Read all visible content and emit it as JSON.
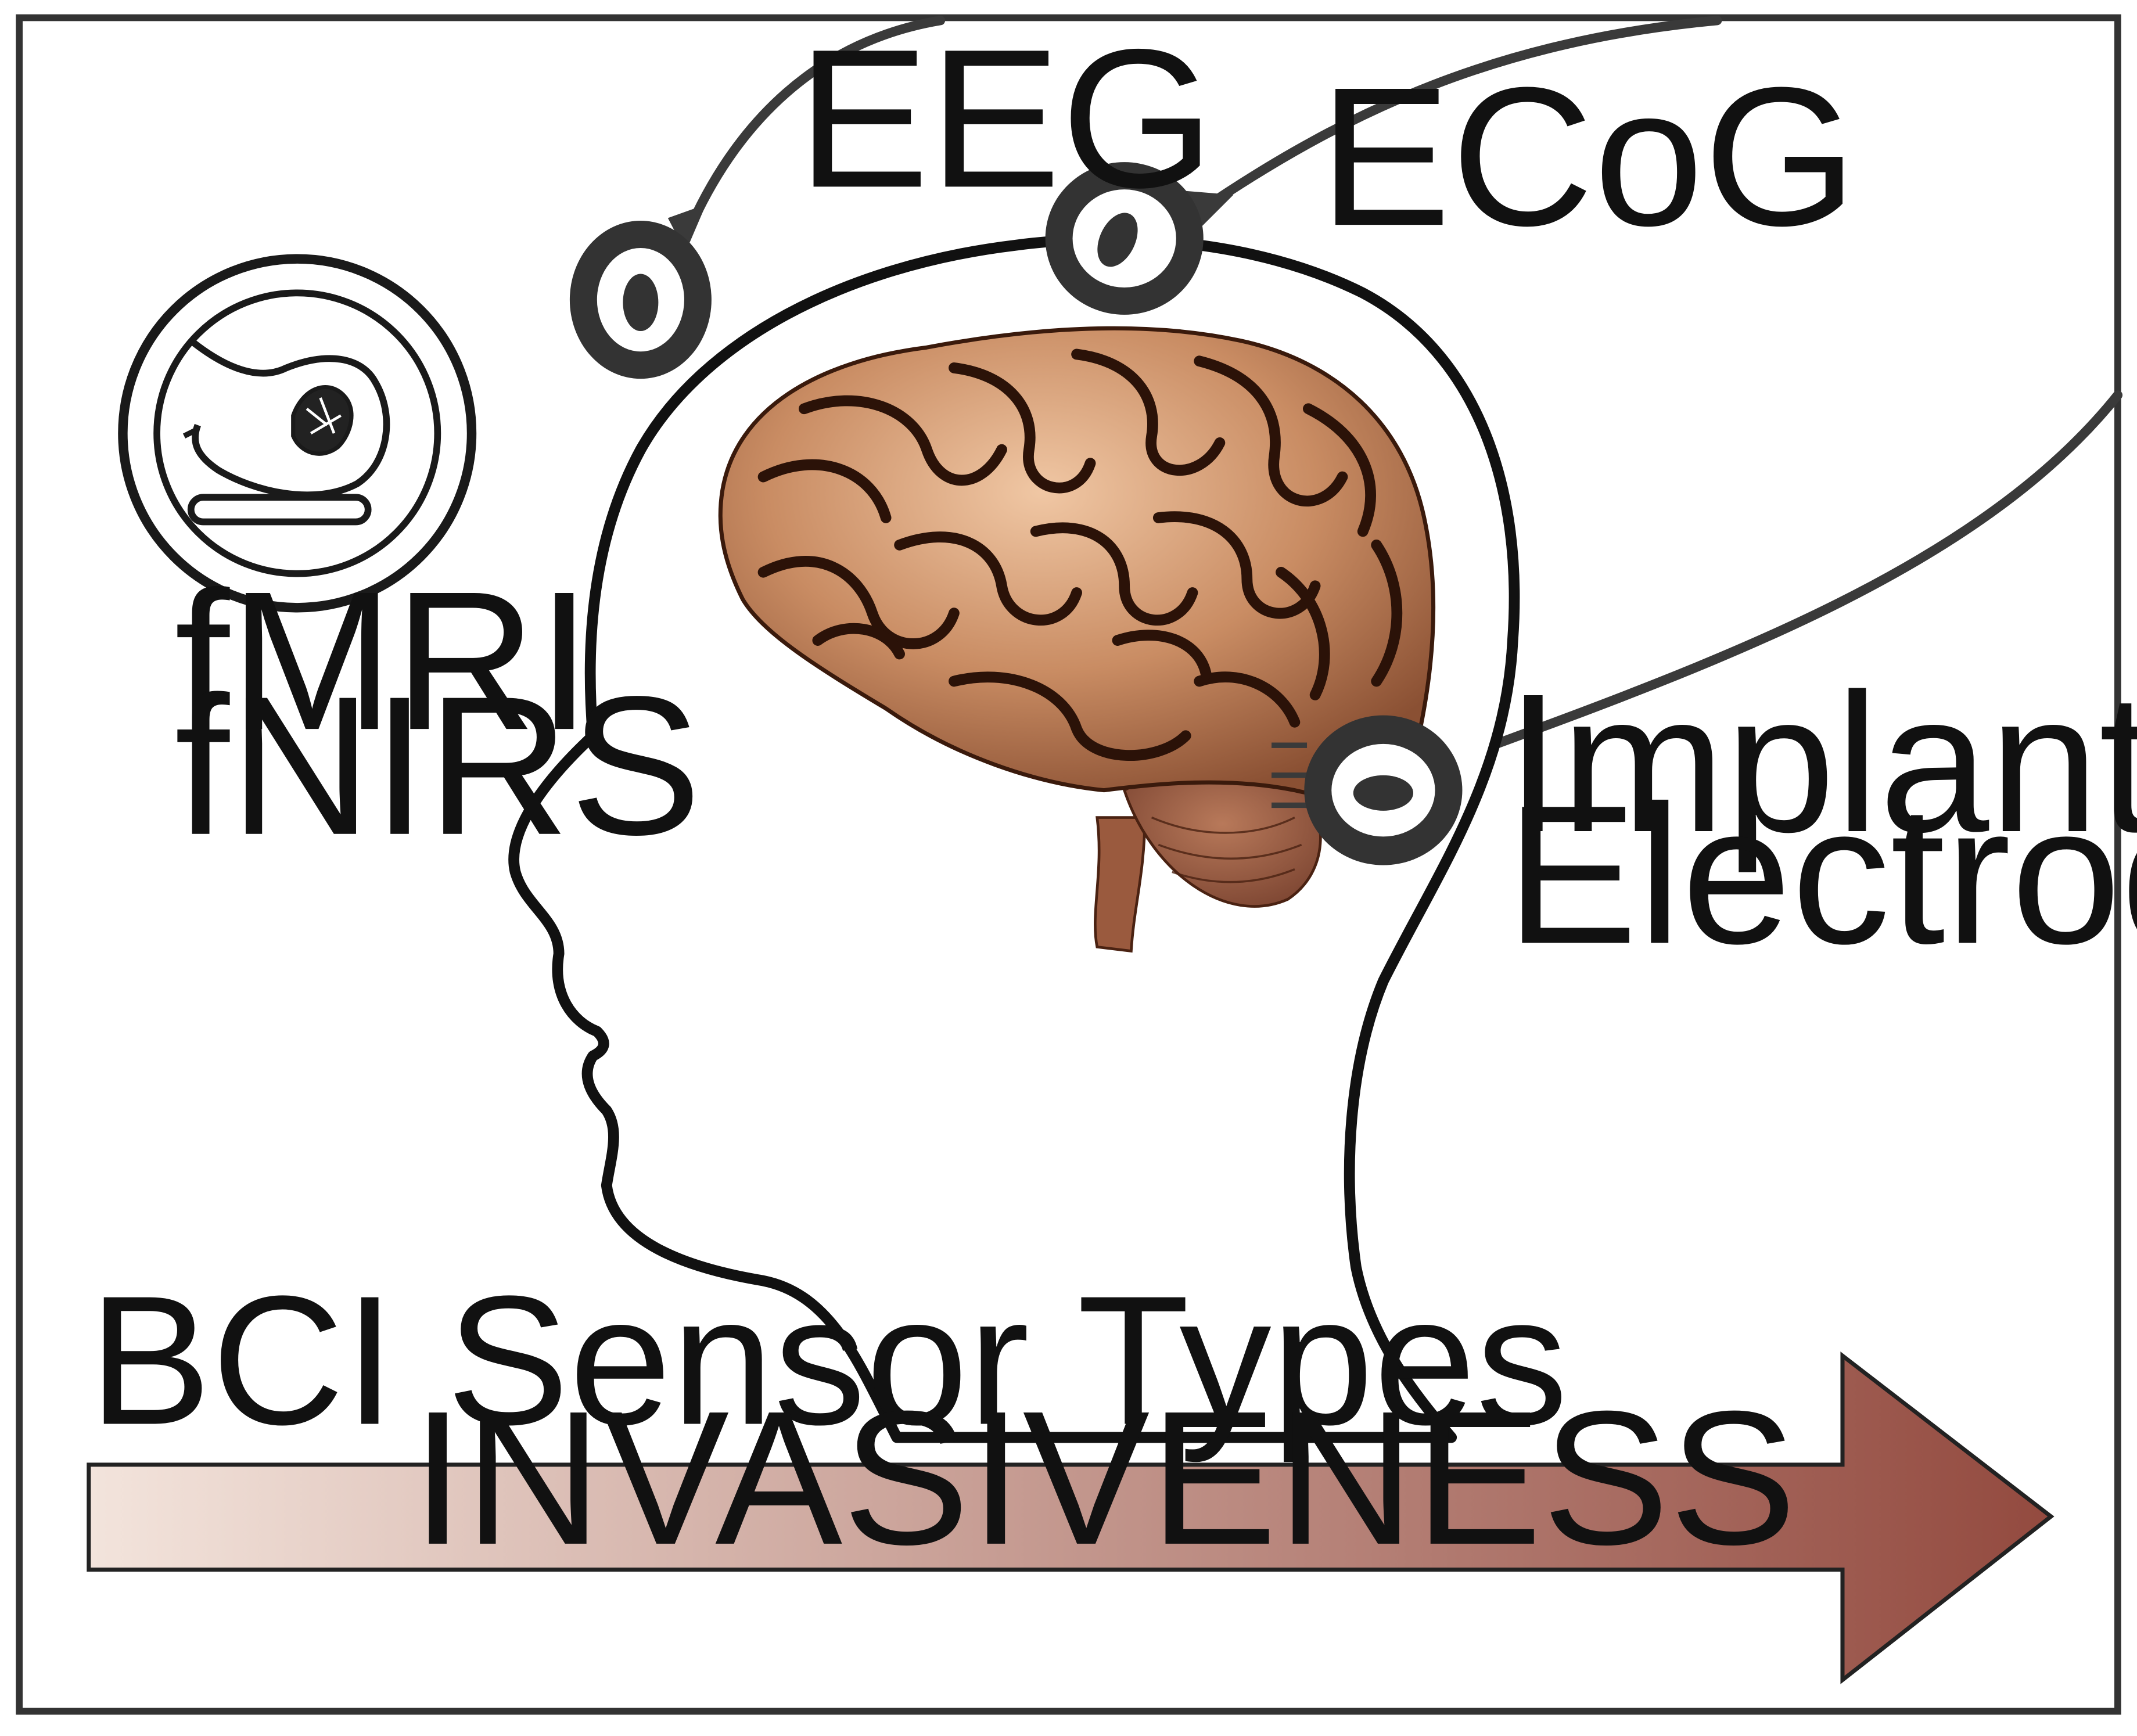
{
  "figure": {
    "title": "BCI Sensor Types",
    "arrow_label": "INVASIVENESS",
    "labels": {
      "eeg": "EEG",
      "ecog": "ECoG",
      "imaging_line1": "fMRI",
      "imaging_line2": "fNIRS",
      "implanted_line1": "Implanted",
      "implanted_line2": "Electrodes"
    },
    "icons": [
      "mri-scanner-icon",
      "electrode-icon",
      "brain-icon",
      "head-silhouette-icon"
    ],
    "colors": {
      "outline": "#111111",
      "cable": "#3a3a3a",
      "electrode": "#333333",
      "arrow_start": "#f3e4dc",
      "arrow_end": "#934a3f",
      "brain_base": "#c78a62",
      "brain_groove": "#2b1208"
    }
  }
}
